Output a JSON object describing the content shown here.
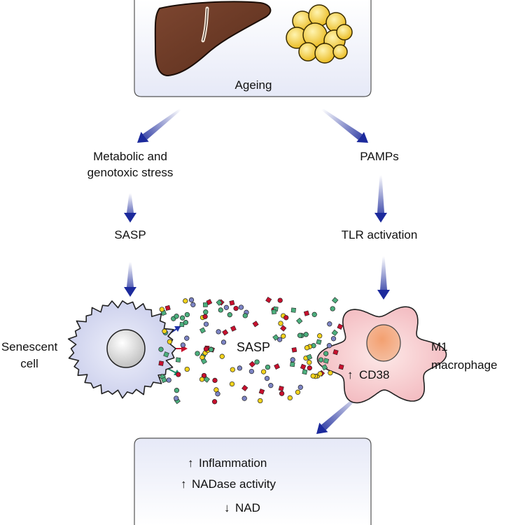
{
  "top_box": {
    "label": "Ageing"
  },
  "left_branch": {
    "stress_line1": "Metabolic and",
    "stress_line2": "genotoxic stress",
    "sasp": "SASP"
  },
  "right_branch": {
    "pamps": "PAMPs",
    "tlr": "TLR activation"
  },
  "senescent_cell": {
    "label_line1": "Senescent",
    "label_line2": "cell"
  },
  "secretion": {
    "label": "SASP"
  },
  "macrophage": {
    "label_line1": "M1",
    "label_line2": "macrophage",
    "marker": "CD38",
    "marker_direction": "up"
  },
  "outcome_box": {
    "items": [
      {
        "text": "Inflammation",
        "direction": "up"
      },
      {
        "text": "NADase activity",
        "direction": "up"
      },
      {
        "text": "NAD",
        "direction": "down"
      }
    ]
  },
  "colors": {
    "arrow_blue": "#1c2a9c",
    "box_fill": "#eceff9",
    "senescent_fill": "#d9dbf1",
    "macrophage_fill": "#f6c9cc",
    "liver": "#6e3a24",
    "adipocyte": "#f3cc2d",
    "particle_red": "#c8102e",
    "particle_green": "#4caf7d",
    "particle_yellow": "#f2d21c",
    "particle_blue": "#7c84c4"
  },
  "icons": [
    "liver-icon",
    "adipocyte-cluster-icon"
  ]
}
